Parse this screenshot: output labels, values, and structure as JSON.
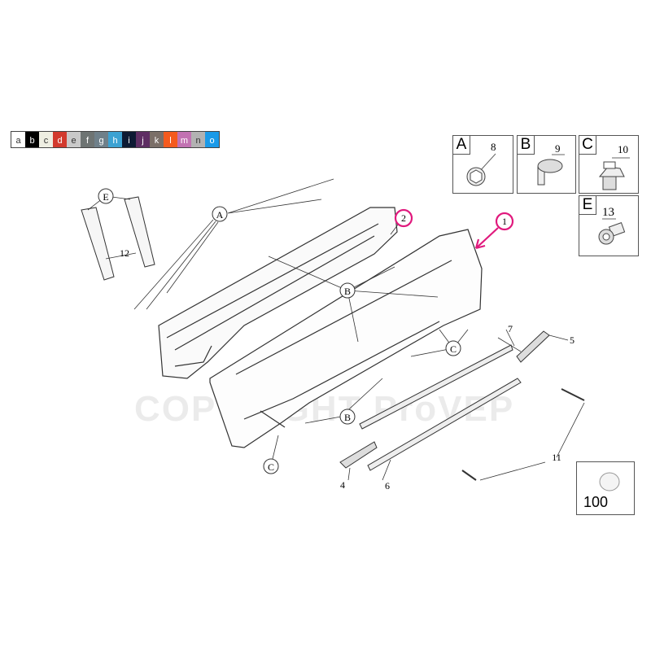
{
  "swatches": [
    {
      "label": "a",
      "color": "#ffffff"
    },
    {
      "label": "b",
      "color": "#000000"
    },
    {
      "label": "c",
      "color": "#eeeee2"
    },
    {
      "label": "d",
      "color": "#d23a2e"
    },
    {
      "label": "e",
      "color": "#c9c9c9"
    },
    {
      "label": "f",
      "color": "#6e7473"
    },
    {
      "label": "g",
      "color": "#6f808a"
    },
    {
      "label": "h",
      "color": "#3ca2d2"
    },
    {
      "label": "i",
      "color": "#0d1a33"
    },
    {
      "label": "j",
      "color": "#5e2e63"
    },
    {
      "label": "k",
      "color": "#7b6f68"
    },
    {
      "label": "l",
      "color": "#f45a1e"
    },
    {
      "label": "m",
      "color": "#c272b2"
    },
    {
      "label": "n",
      "color": "#b2b2b2"
    },
    {
      "label": "o",
      "color": "#1a9ae8"
    }
  ],
  "legend": [
    {
      "letter": "A",
      "part": "8"
    },
    {
      "letter": "B",
      "part": "9"
    },
    {
      "letter": "C",
      "part": "10"
    },
    {
      "letter": "E",
      "part": "13"
    }
  ],
  "callouts": {
    "A": "A",
    "B1": "B",
    "B2": "B",
    "C1": "C",
    "C2": "C",
    "E": "E"
  },
  "parts": {
    "p1": "1",
    "p2": "2",
    "p4": "4",
    "p5": "5",
    "p6": "6",
    "p7": "7",
    "p11": "11",
    "p12": "12",
    "p100": "100"
  },
  "watermark": "COPYRIGHT ProVEP",
  "highlight_color": "#e0197d"
}
